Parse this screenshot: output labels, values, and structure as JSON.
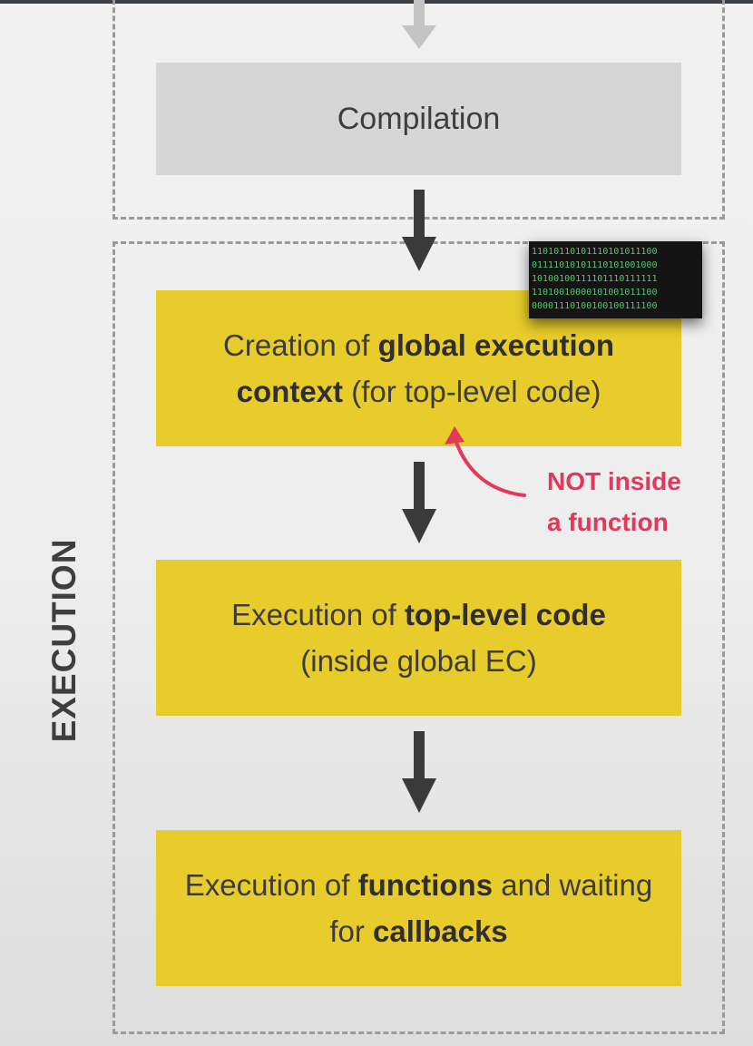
{
  "diagram": {
    "section_label": "EXECUTION",
    "compilation": {
      "label": "Compilation"
    },
    "creation": {
      "part1": "Creation of ",
      "bold1": "global execution context",
      "part2": " (for top-level code)"
    },
    "top_level": {
      "part1": "Execution of ",
      "bold1": "top-level code",
      "part2": "(inside global EC)"
    },
    "functions": {
      "part1": "Execution of ",
      "bold1": "functions",
      "part2": " and waiting for ",
      "bold2": "callbacks"
    },
    "callout": {
      "line1": "NOT inside",
      "line2": "a function"
    },
    "binary_lines": [
      "11010110101110101011100",
      "01111010101110101001000",
      "10100100111101110111111",
      "11010010000101001011100",
      "00001110100100100111100"
    ],
    "colors": {
      "yellow": "#e8cc2b",
      "grey": "#d6d6d6",
      "arrow": "#3a3a3a",
      "callout": "#e0395b",
      "binary_text": "#3ed65f"
    }
  }
}
